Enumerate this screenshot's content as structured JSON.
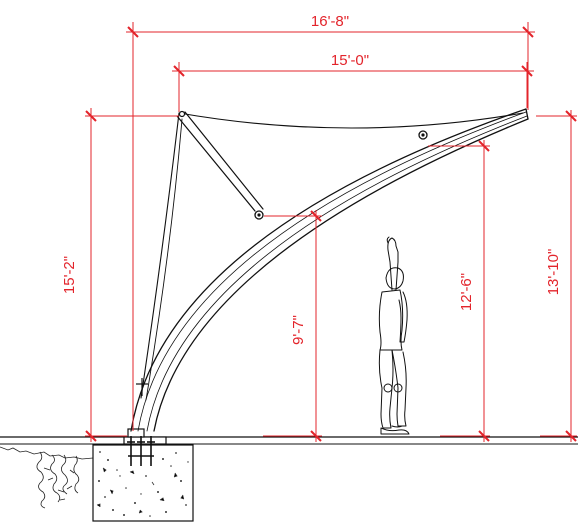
{
  "drawing": {
    "dimensions": {
      "overall_width": "16'-8\"",
      "canopy_width": "15'-0\"",
      "left_height": "15'-2\"",
      "mid_height": "9'-7\"",
      "arm_height": "12'-6\"",
      "tip_height": "13'-10\""
    },
    "colors": {
      "dimension": "#e3242b",
      "linework": "#111111"
    }
  }
}
